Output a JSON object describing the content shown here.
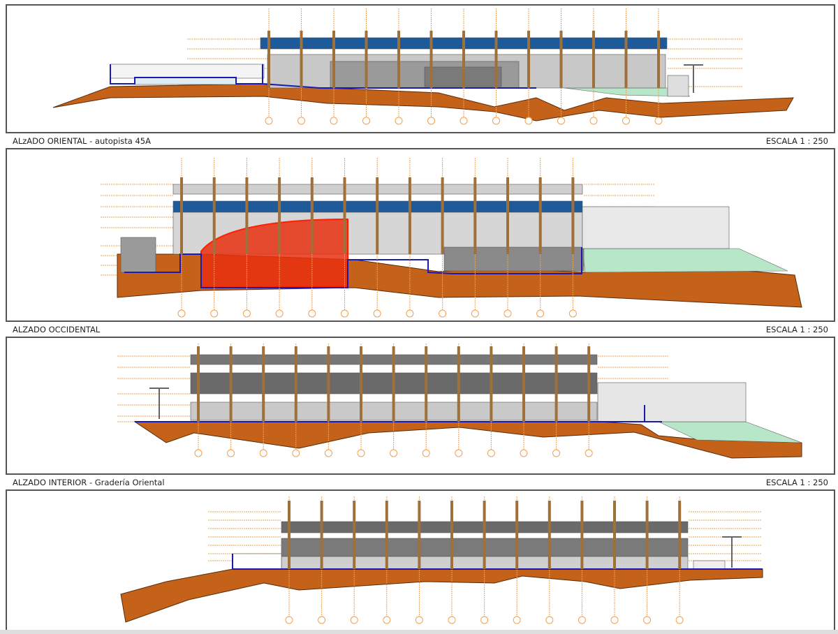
{
  "elevations": [
    {
      "title": "ALzADO ORIENTAL - autopista 45A",
      "scale": "ESCALA 1 : 250"
    },
    {
      "title": "ALZADO OCCIDENTAL",
      "scale": "ESCALA 1 : 250"
    },
    {
      "title": "ALZADO INTERIOR - Gradería Oriental",
      "scale": "ESCALA 1 : 250"
    },
    {
      "title": "",
      "scale": ""
    }
  ],
  "colors": {
    "terrain": "#c4621a",
    "roof_blue": "#1e5a9a",
    "grid_orange": "#f0a050",
    "column": "#a0703a",
    "outline_blue": "#1a1ab0",
    "demolition_red": "#e83010",
    "green_area": "#b8e6c8",
    "grey": "#8a8a8a"
  }
}
